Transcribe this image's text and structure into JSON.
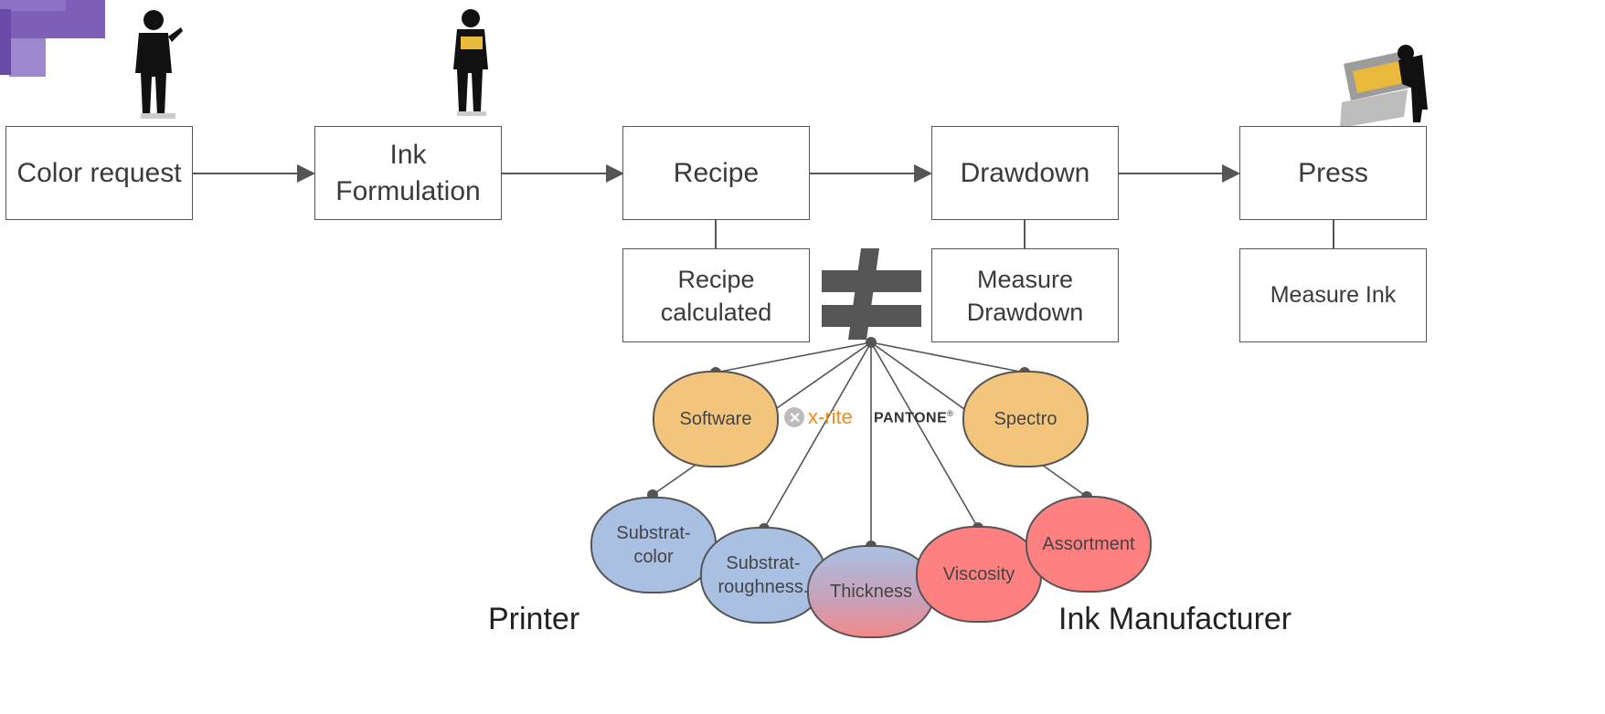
{
  "flow": {
    "color_request": "Color request",
    "ink_formulation": "Ink\nFormulation",
    "recipe": "Recipe",
    "drawdown": "Drawdown",
    "press": "Press"
  },
  "sub": {
    "recipe_calculated": "Recipe\ncalculated",
    "measure_drawdown": "Measure\nDrawdown",
    "measure_ink": "Measure Ink"
  },
  "factors": {
    "software": "Software",
    "spectro": "Spectro",
    "substrat_color": "Substrat-\ncolor",
    "substrat_roughness": "Substrat-\nroughness.",
    "thickness": "Thickness",
    "viscosity": "Viscosity",
    "assortment": "Assortment"
  },
  "logos": {
    "xrite": "x-rite",
    "pantone": "PANTONE"
  },
  "labels": {
    "printer": "Printer",
    "ink_manufacturer": "Ink Manufacturer"
  },
  "colors": {
    "purple_accent": "#7d5fb8",
    "orange": "#f3c57c",
    "blue": "#a9c0e3",
    "red": "#ff8080",
    "xrite_orange": "#f08a1e"
  }
}
